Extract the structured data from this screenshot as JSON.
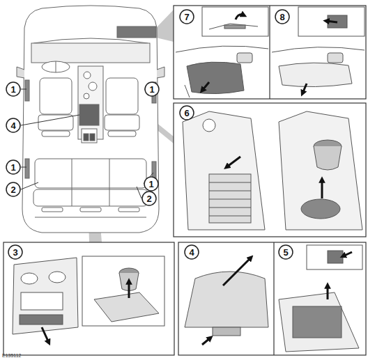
{
  "diagram": {
    "nodes": [
      {
        "text": [
          "7"
        ]
      },
      {
        "text": [
          "8"
        ]
      },
      {
        "text": [
          "1"
        ]
      },
      {
        "text": [
          "1"
        ]
      },
      {
        "text": [
          "6"
        ]
      },
      {
        "text": [
          "4"
        ]
      },
      {
        "text": [
          "1"
        ]
      },
      {
        "text": [
          "1"
        ]
      },
      {
        "text": [
          "2"
        ]
      },
      {
        "text": [
          "2"
        ]
      },
      {
        "text": [
          "3"
        ]
      },
      {
        "text": [
          "4"
        ]
      },
      {
        "text": [
          "5"
        ]
      }
    ],
    "labels": [
      "E135112"
    ]
  }
}
